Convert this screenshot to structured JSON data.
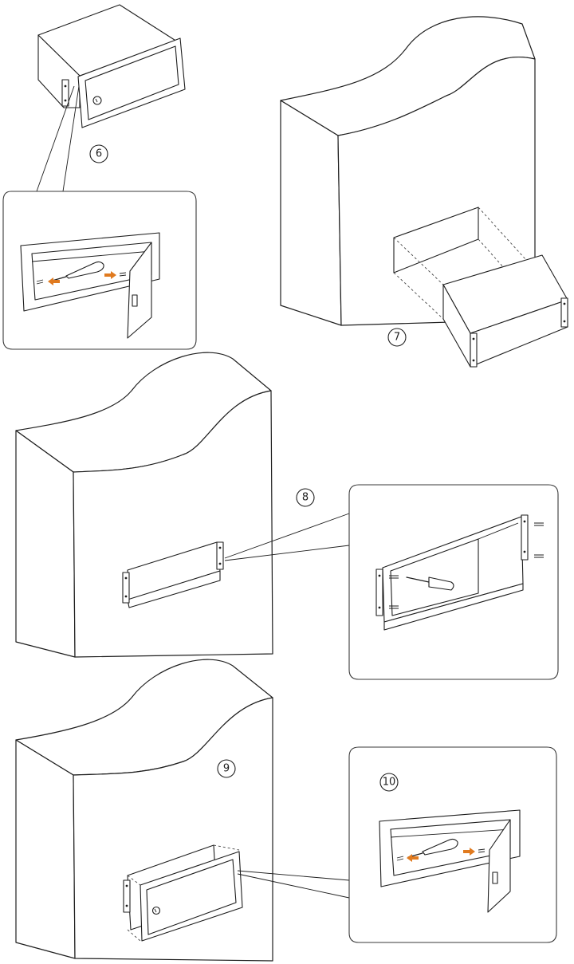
{
  "steps": [
    {
      "id": "6",
      "label": "6"
    },
    {
      "id": "7",
      "label": "7"
    },
    {
      "id": "8",
      "label": "8"
    },
    {
      "id": "9",
      "label": "9"
    },
    {
      "id": "10",
      "label": "10"
    }
  ],
  "colors": {
    "line": "#1e1e1e",
    "arrow": "#e07a1f",
    "background": "#ffffff"
  },
  "icons": [
    "screwdriver-icon",
    "screw-icon",
    "arrow-left-icon",
    "arrow-right-icon",
    "lock-icon"
  ]
}
